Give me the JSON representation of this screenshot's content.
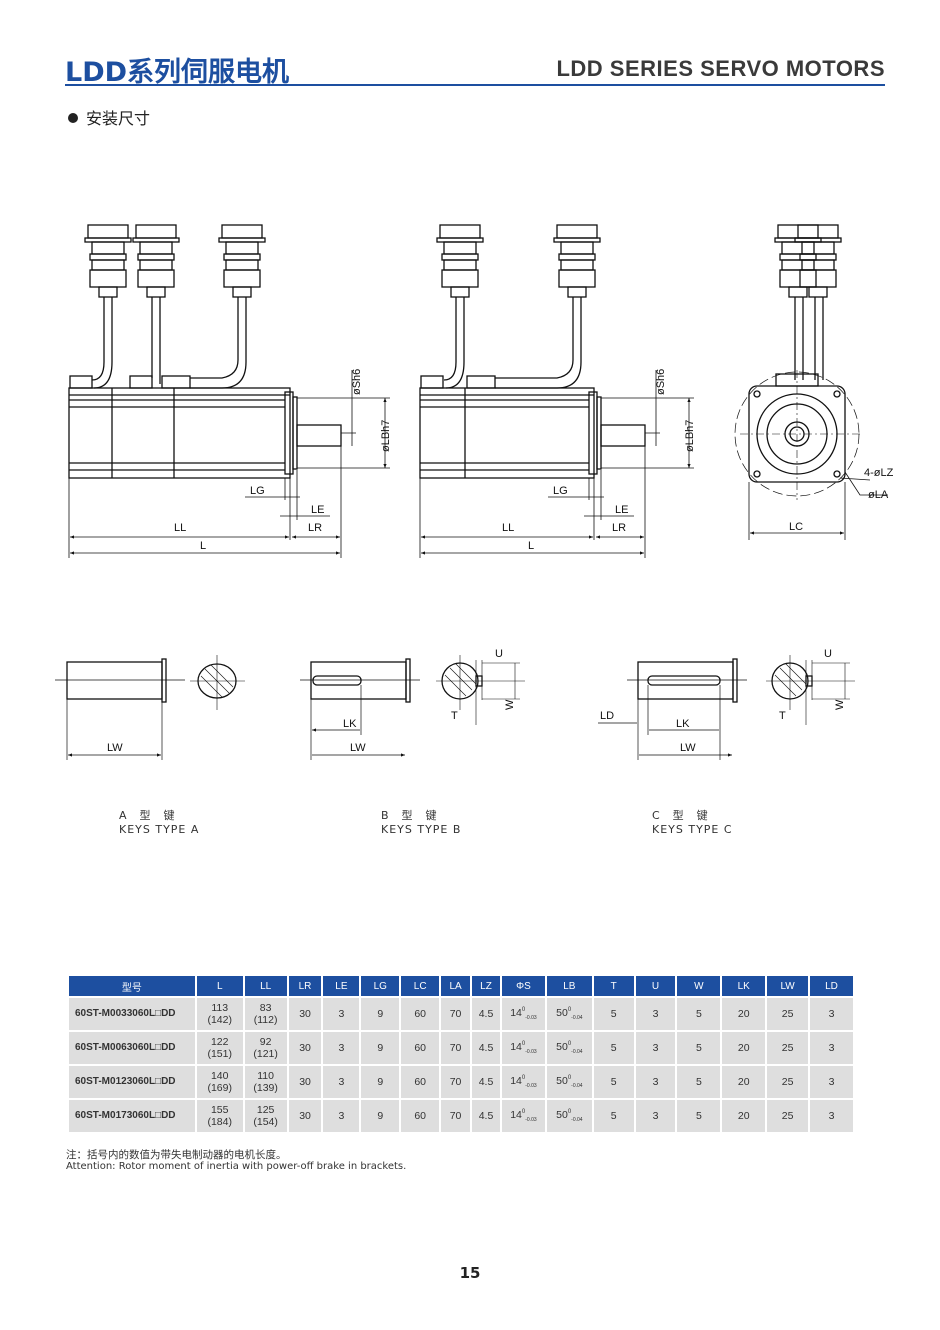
{
  "header": {
    "title_cn": "LDD系列伺服电机",
    "title_en": "LDD SERIES SERVO MOTORS",
    "brand_color": "#1d4fa0"
  },
  "section": {
    "title": "安装尺寸"
  },
  "drawings": {
    "side_labels": {
      "LG": "LG",
      "LE": "LE",
      "LR": "LR",
      "LL": "LL",
      "L": "L",
      "phiS": "øSh6",
      "phiLB": "øLBh7"
    },
    "front_labels": {
      "LC": "LC",
      "LZ": "4-øLZ",
      "LA": "øLA"
    },
    "key_labels": {
      "LW": "LW",
      "LK": "LK",
      "LD": "LD",
      "U": "U",
      "T": "T",
      "W": "W"
    },
    "keys": [
      {
        "cn": "A　型　键",
        "en": "KEYS TYPE A"
      },
      {
        "cn": "B　型　键",
        "en": "KEYS TYPE B"
      },
      {
        "cn": "C　型　键",
        "en": "KEYS TYPE C"
      }
    ]
  },
  "table": {
    "headers": [
      "型号",
      "L",
      "LL",
      "LR",
      "LE",
      "LG",
      "LC",
      "LA",
      "LZ",
      "ΦS",
      "LB",
      "T",
      "U",
      "W",
      "LK",
      "LW",
      "LD"
    ],
    "tol": {
      "phiS_base": "14",
      "phiS_upper": "0",
      "phiS_lower": "-0.03",
      "LB_base": "50",
      "LB_upper": "0",
      "LB_lower": "-0.04"
    },
    "rows": [
      {
        "model": "60ST-M0033060L□DD",
        "L": "113",
        "L_b": "(142)",
        "LL": "83",
        "LL_b": "(112)",
        "LR": "30",
        "LE": "3",
        "LG": "9",
        "LC": "60",
        "LA": "70",
        "LZ": "4.5",
        "T": "5",
        "U": "3",
        "W": "5",
        "LK": "20",
        "LW": "25",
        "LD": "3"
      },
      {
        "model": "60ST-M0063060L□DD",
        "L": "122",
        "L_b": "(151)",
        "LL": "92",
        "LL_b": "(121)",
        "LR": "30",
        "LE": "3",
        "LG": "9",
        "LC": "60",
        "LA": "70",
        "LZ": "4.5",
        "T": "5",
        "U": "3",
        "W": "5",
        "LK": "20",
        "LW": "25",
        "LD": "3"
      },
      {
        "model": "60ST-M0123060L□DD",
        "L": "140",
        "L_b": "(169)",
        "LL": "110",
        "LL_b": "(139)",
        "LR": "30",
        "LE": "3",
        "LG": "9",
        "LC": "60",
        "LA": "70",
        "LZ": "4.5",
        "T": "5",
        "U": "3",
        "W": "5",
        "LK": "20",
        "LW": "25",
        "LD": "3"
      },
      {
        "model": "60ST-M0173060L□DD",
        "L": "155",
        "L_b": "(184)",
        "LL": "125",
        "LL_b": "(154)",
        "LR": "30",
        "LE": "3",
        "LG": "9",
        "LC": "60",
        "LA": "70",
        "LZ": "4.5",
        "T": "5",
        "U": "3",
        "W": "5",
        "LK": "20",
        "LW": "25",
        "LD": "3"
      }
    ]
  },
  "notes": {
    "cn": "注：括号内的数值为带失电制动器的电机长度。",
    "en": "Attention:   Rotor moment of inertia with power-off brake in brackets."
  },
  "page_number": "15"
}
